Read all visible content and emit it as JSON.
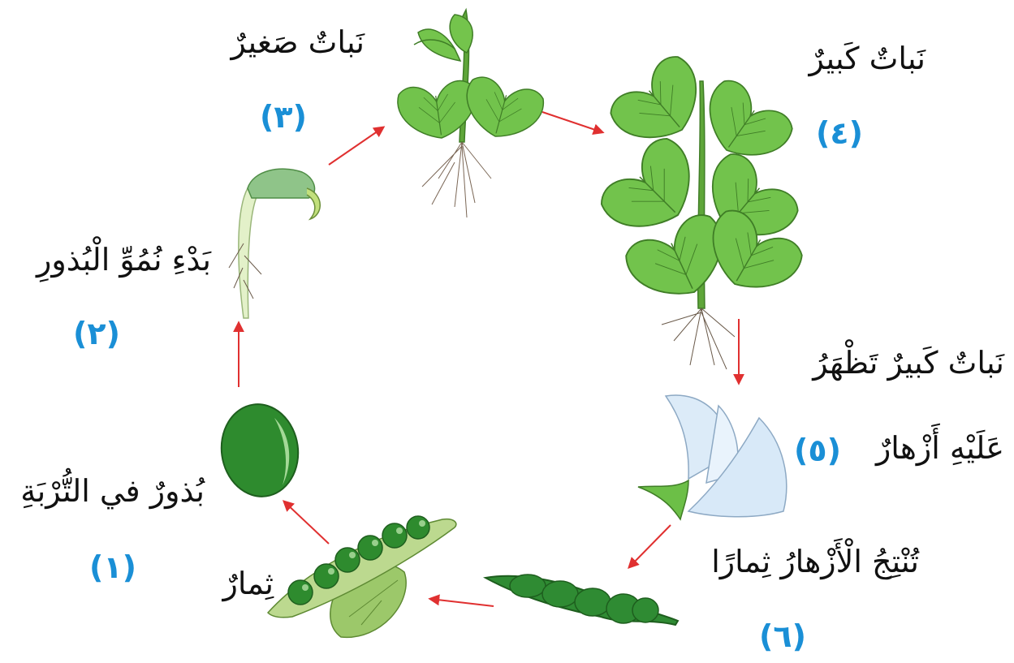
{
  "stages": [
    {
      "number": "(١)",
      "label": "بُذورٌ في التُّرْبَةِ"
    },
    {
      "number": "(٢)",
      "label": "بَدْءِ نُمُوِّ الْبُذورِ"
    },
    {
      "number": "(٣)",
      "label": "نَباتٌ صَغيرٌ"
    },
    {
      "number": "(٤)",
      "label": "نَباتٌ كَبيرٌ"
    },
    {
      "number": "(٥)",
      "label_line1": "نَباتٌ كَبيرٌ تَظْهَرُ",
      "label_line2": "عَلَيْهِ أَزْهارٌ"
    },
    {
      "number": "(٦)",
      "label": "تُنْتِجُ الْأَزْهارُ ثِمارًا"
    }
  ],
  "fruits_label": "ثِمارٌ",
  "colors": {
    "arrow": "#e03030",
    "number": "#1a8fd6",
    "leaf": "#6cc14a",
    "stem": "#4d9a32",
    "seed": "#2e8b2e",
    "flower": "#dcebf8"
  },
  "icons": [
    "seed-icon",
    "sprout-icon",
    "small-plant-icon",
    "large-plant-icon",
    "flower-icon",
    "green-pod-icon",
    "open-pod-icon"
  ]
}
